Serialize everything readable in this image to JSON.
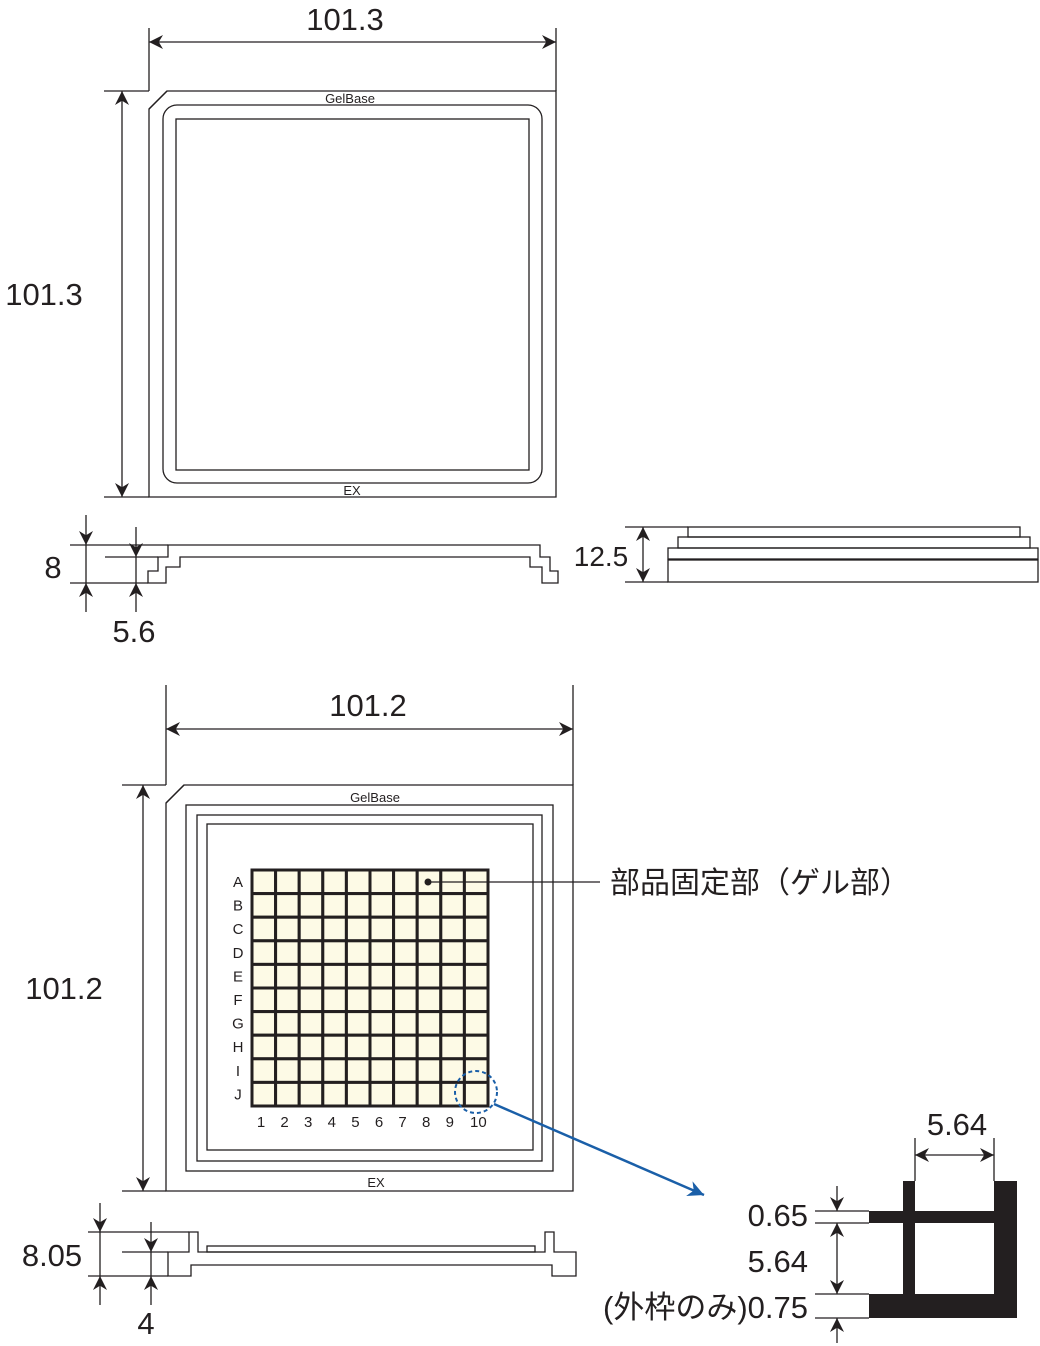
{
  "top_view": {
    "width_label": "101.3",
    "height_label": "101.3",
    "brand_text": "GelBase",
    "model_text": "EX",
    "fill_color": "#e6e6e7"
  },
  "side_profile_a": {
    "height_label": "8",
    "step_label": "5.6"
  },
  "side_profile_b": {
    "height_label": "12.5"
  },
  "bottom_view": {
    "width_label": "101.2",
    "height_label": "101.2",
    "brand_text": "GelBase",
    "model_text": "EX",
    "gel_color": "#fdfae6",
    "callout_label": "部品固定部（ゲル部）",
    "row_labels": [
      "A",
      "B",
      "C",
      "D",
      "E",
      "F",
      "G",
      "H",
      "I",
      "J"
    ],
    "column_labels": [
      "1",
      "2",
      "3",
      "4",
      "5",
      "6",
      "7",
      "8",
      "9",
      "10"
    ],
    "highlight_color": "#1a5fa8"
  },
  "bottom_section": {
    "height_label": "8.05",
    "step_label": "4"
  },
  "detail": {
    "cell_width_label": "5.64",
    "wall_label": "0.65",
    "cell_height_label": "5.64",
    "outer_wall_label": "(外枠のみ)0.75"
  }
}
